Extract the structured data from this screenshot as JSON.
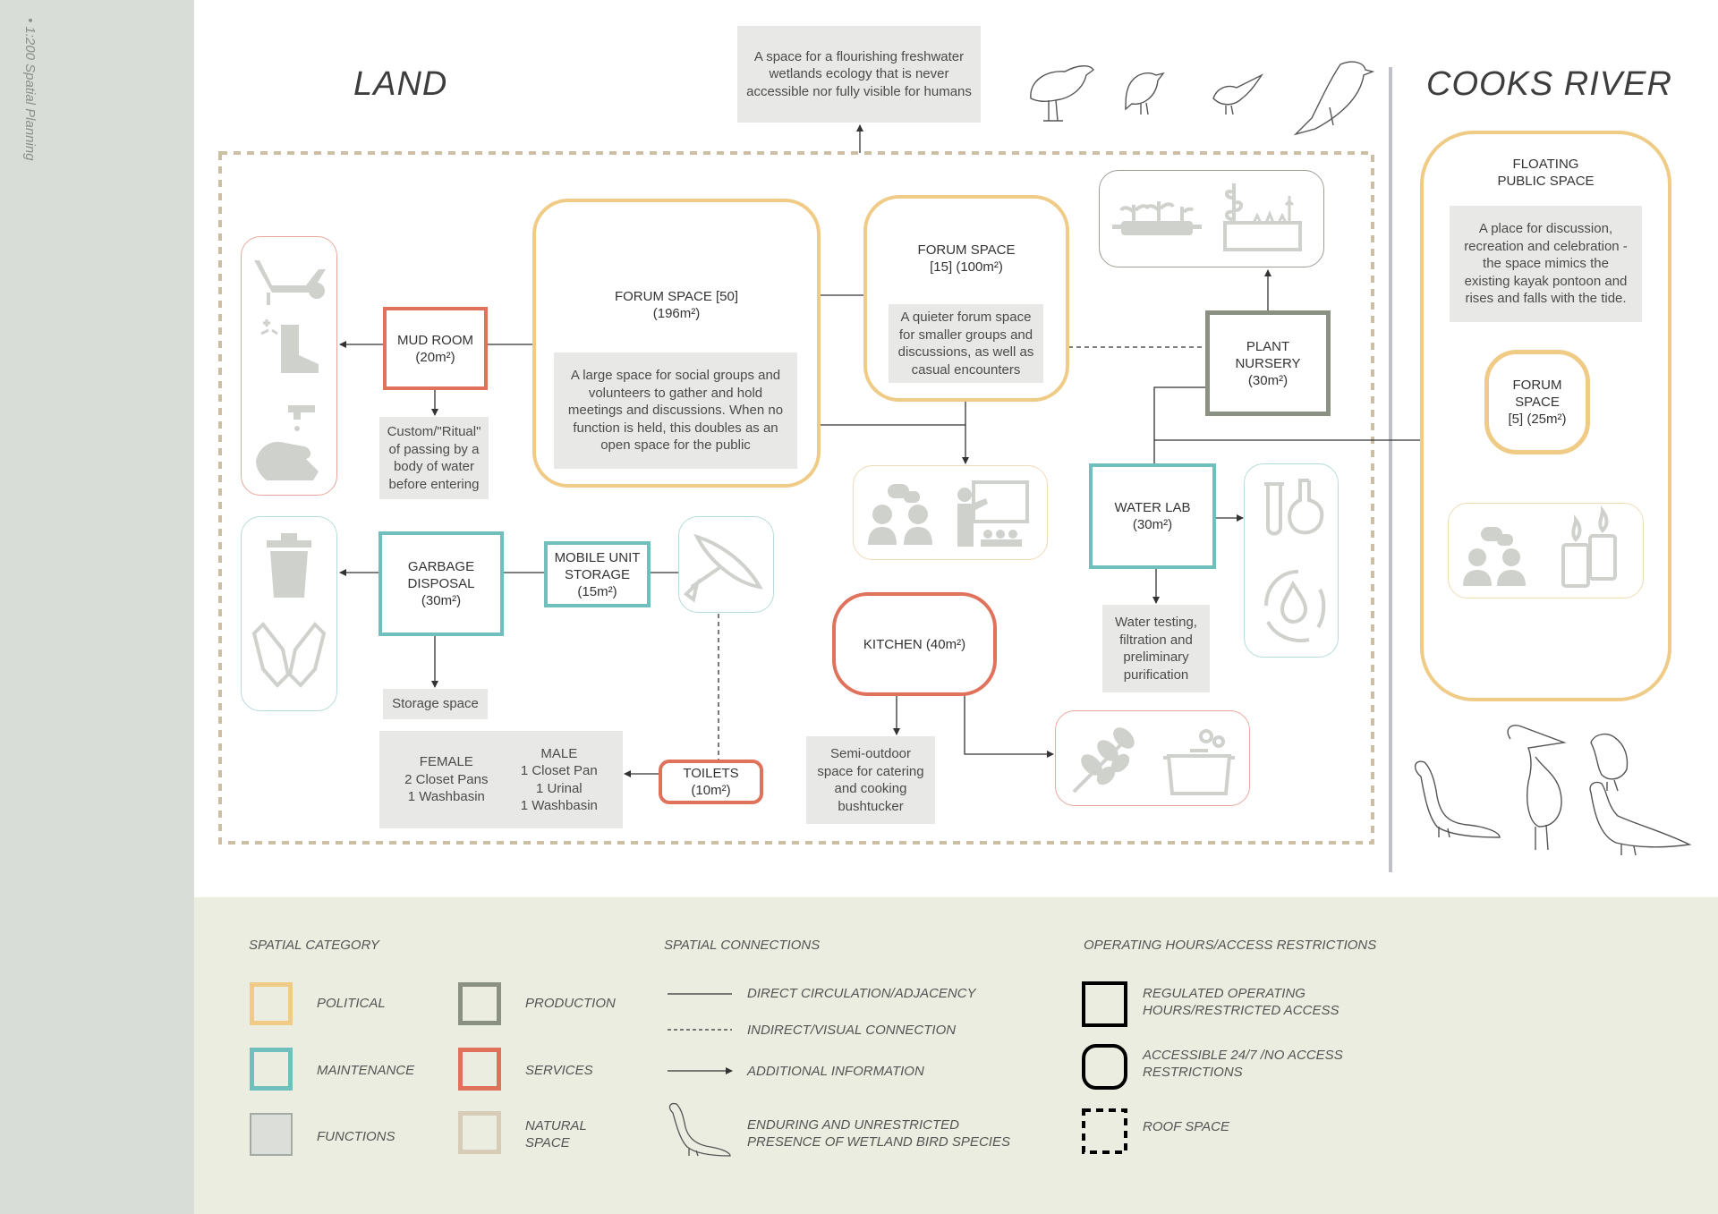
{
  "sidebar_label": "• 1:200 Spatial Planning",
  "titles": {
    "land": "LAND",
    "river": "COOKS RIVER"
  },
  "top_note": "A space for a flourishing freshwater wetlands ecology that is never accessible nor fully visible for humans",
  "spaces": {
    "forum50": {
      "name": "FORUM SPACE [50]",
      "area": "(196m²)",
      "desc": "A large space for social groups and volunteers to gather and hold meetings and discussions. When no function is held, this doubles as an open space for the public"
    },
    "forum15": {
      "name": "FORUM SPACE",
      "area": "[15] (100m²)",
      "desc": "A quieter forum space for smaller groups and discussions, as well as casual encounters"
    },
    "mudroom": {
      "name": "MUD ROOM",
      "area": "(20m²)",
      "desc": "Custom/\"Ritual\" of passing by a body of water before entering"
    },
    "plant": {
      "name": "PLANT NURSERY",
      "area": "(30m²)"
    },
    "waterlab": {
      "name": "WATER LAB",
      "area": "(30m²)",
      "desc": "Water testing, filtration and preliminary purification"
    },
    "garbage": {
      "name": "GARBAGE DISPOSAL",
      "area": "(30m²)",
      "desc": "Storage space"
    },
    "mobile": {
      "name": "MOBILE UNIT STORAGE",
      "area": "(15m²)"
    },
    "kitchen": {
      "name": "KITCHEN (40m²)",
      "desc": "Semi-outdoor space for catering and cooking bushtucker"
    },
    "toilets": {
      "name": "TOILETS",
      "area": "(10m²)"
    },
    "floating": {
      "name": "FLOATING PUBLIC SPACE",
      "desc": "A place for discussion, recreation and celebration - the space mimics the existing kayak pontoon and rises and falls with the tide."
    },
    "forum5": {
      "name": "FORUM SPACE",
      "area": "[5] (25m²)"
    }
  },
  "toilet_detail": {
    "female": [
      "FEMALE",
      "2 Closet Pans",
      "1 Washbasin"
    ],
    "male": [
      "MALE",
      "1 Closet Pan",
      "1 Urinal",
      "1 Washbasin"
    ]
  },
  "legend": {
    "category_head": "SPATIAL CATEGORY",
    "categories": [
      {
        "label": "POLITICAL",
        "color": "#efcb86"
      },
      {
        "label": "PRODUCTION",
        "color": "#8a9082"
      },
      {
        "label": "MAINTENANCE",
        "color": "#6fbfbd"
      },
      {
        "label": "SERVICES",
        "color": "#e0715b"
      },
      {
        "label": "FUNCTIONS",
        "color": "#dcded9"
      },
      {
        "label": "NATURAL SPACE",
        "color": "#d6ccb8"
      }
    ],
    "connections_head": "SPATIAL CONNECTIONS",
    "connections": [
      "DIRECT CIRCULATION/ADJACENCY",
      "INDIRECT/VISUAL CONNECTION",
      "ADDITIONAL INFORMATION",
      "ENDURING AND UNRESTRICTED PRESENCE OF WETLAND BIRD SPECIES"
    ],
    "hours_head": "OPERATING HOURS/ACCESS RESTRICTIONS",
    "hours": [
      "REGULATED OPERATING HOURS/RESTRICTED ACCESS",
      "ACCESSIBLE 24/7 /NO ACCESS RESTRICTIONS",
      "ROOF SPACE"
    ]
  },
  "icons": [
    "wheelbarrow-icon",
    "boot-icon",
    "handwash-icon",
    "trash-icon",
    "gloves-icon",
    "kayak-icon",
    "people-icon",
    "presentation-icon",
    "seedling-icon",
    "planter-icon",
    "flask-icon",
    "water-cycle-icon",
    "herb-icon",
    "pot-icon",
    "candle-icon",
    "bird-icon"
  ]
}
